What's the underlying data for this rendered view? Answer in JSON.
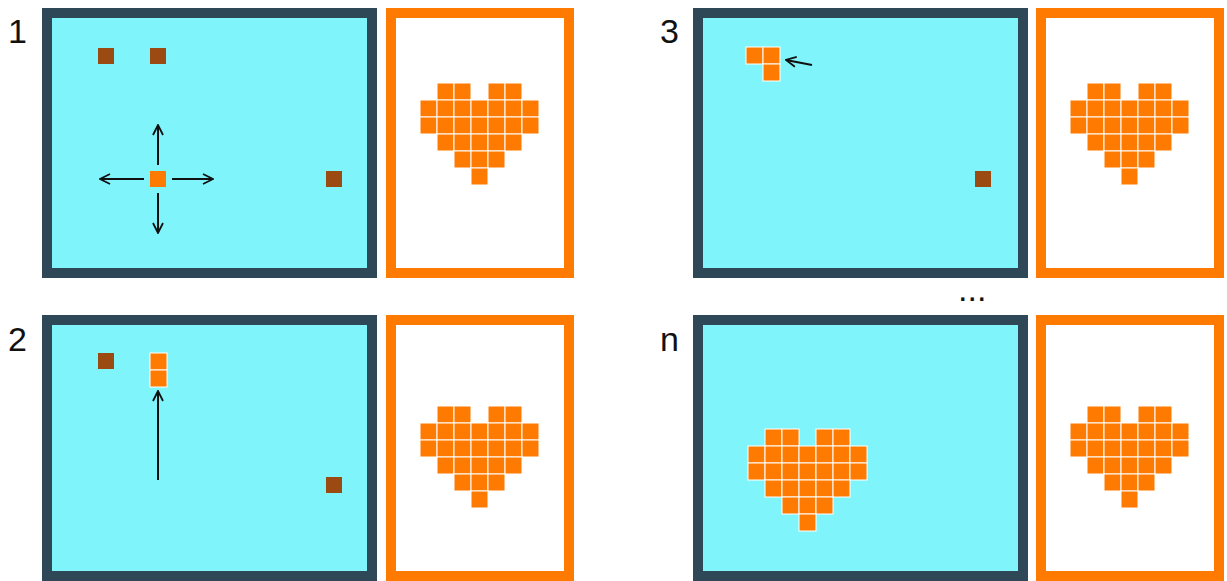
{
  "diagram": {
    "labels": [
      "1",
      "3",
      "...",
      "2",
      "n"
    ]
  }
}
